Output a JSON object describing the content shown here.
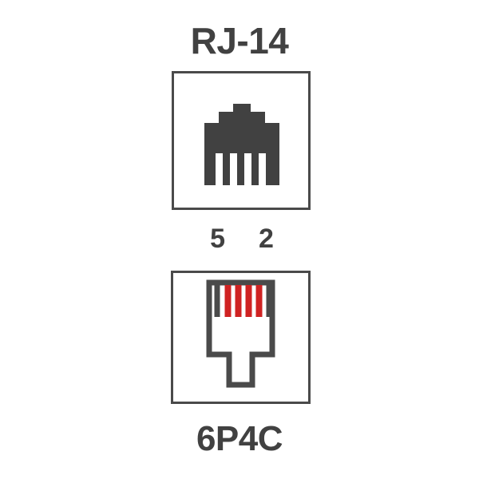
{
  "diagram": {
    "title": "RJ-14",
    "subtitle": "6P4C",
    "background_color": "#ffffff",
    "dark_color": "#414141",
    "outline_color": "#4a4a4a",
    "pin_color": "#cf2222",
    "pin_numbers": [
      "5",
      "2"
    ],
    "top_panel": {
      "icon_name": "rj14-modular-jack-silhouette-icon",
      "description": "solid dark RJ-14 modular jack front-view silhouette",
      "slot_count": 4
    },
    "bottom_panel": {
      "icon_name": "rj14-modular-plug-outline-icon",
      "description": "outlined 6P4C modular plug with latch tab and six pin positions",
      "position_count": 6,
      "conductor_count": 4,
      "active_positions": [
        2,
        3,
        4,
        5
      ],
      "inactive_positions": [
        1,
        6
      ]
    }
  }
}
